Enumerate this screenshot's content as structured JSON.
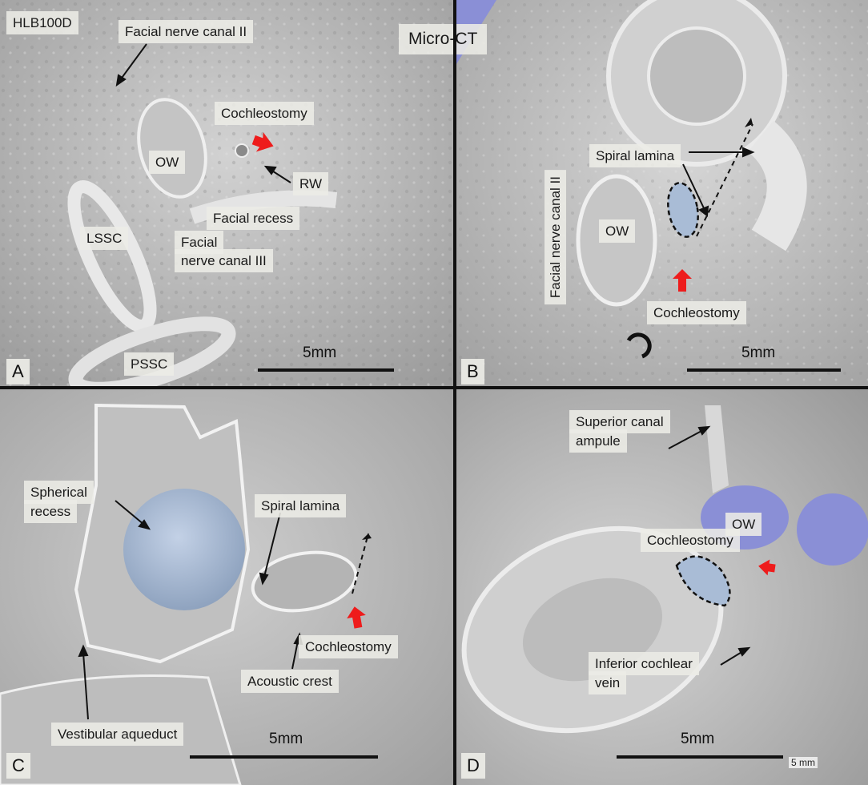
{
  "specimen": "HLB100D",
  "modality": "Micro-CT",
  "panels": {
    "a": {
      "letter": "A",
      "scale": "5mm",
      "labels": {
        "facial_nerve_canal_ii": "Facial nerve canal II",
        "cochleostomy": "Cochleostomy",
        "ow": "OW",
        "rw": "RW",
        "facial_recess": "Facial recess",
        "facial_nerve_canal_iii_line1": "Facial",
        "facial_nerve_canal_iii_line2": "nerve canal III",
        "lssc": "LSSC",
        "pssc": "PSSC"
      }
    },
    "b": {
      "letter": "B",
      "scale": "5mm",
      "labels": {
        "spiral_lamina": "Spiral lamina",
        "ow": "OW",
        "facial_nerve_canal_ii": "Facial nerve canal II",
        "cochleostomy": "Cochleostomy"
      }
    },
    "c": {
      "letter": "C",
      "scale": "5mm",
      "labels": {
        "spherical_recess_line1": "Spherical",
        "spherical_recess_line2": "recess",
        "spiral_lamina": "Spiral lamina",
        "cochleostomy": "Cochleostomy",
        "acoustic_crest": "Acoustic crest",
        "vestibular_aqueduct": "Vestibular aqueduct"
      }
    },
    "d": {
      "letter": "D",
      "scale": "5mm",
      "scale_small": "5 mm",
      "labels": {
        "superior_canal_ampule_line1": "Superior canal",
        "superior_canal_ampule_line2": "ampule",
        "ow": "OW",
        "cochleostomy": "Cochleostomy",
        "inferior_cochlear_vein_line1": "Inferior cochlear",
        "inferior_cochlear_vein_line2": "vein"
      }
    }
  },
  "colors": {
    "bone": "#b8b8b8",
    "bone_light": "#dcdcdc",
    "bone_dark": "#7a7a7a",
    "window_blue": "#8a8fd6",
    "recess_blue": "#a9bcd6",
    "arrow_red": "#ee1c1c"
  }
}
